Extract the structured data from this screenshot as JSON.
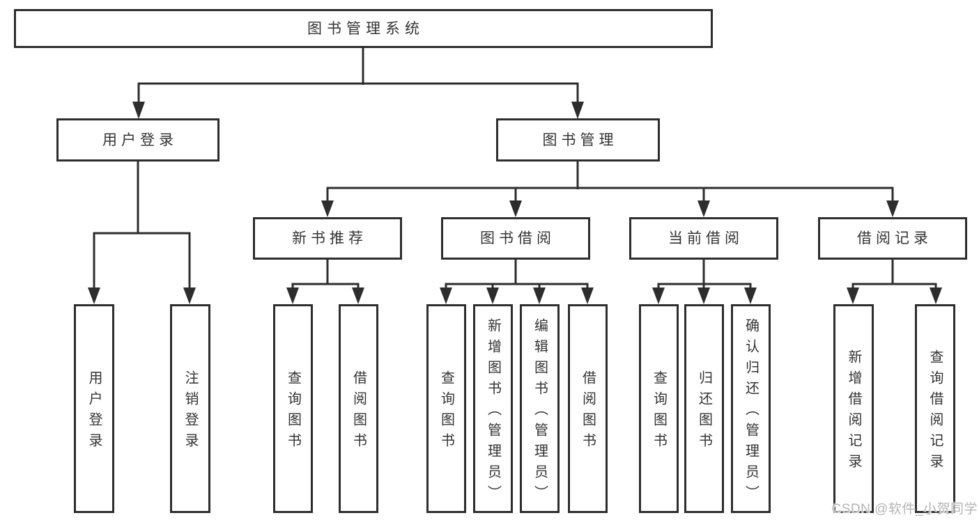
{
  "root": {
    "label": "图书管理系统"
  },
  "user_login": {
    "label": "用户登录",
    "children": {
      "login": {
        "label": "用户登录"
      },
      "logout": {
        "label": "注销登录"
      }
    }
  },
  "book_mgmt": {
    "label": "图书管理",
    "sections": {
      "new_book_rec": {
        "label": "新书推荐",
        "children": {
          "query_book": {
            "label": "查询图书"
          },
          "borrow_book": {
            "label": "借阅图书"
          }
        }
      },
      "book_borrow": {
        "label": "图书借阅",
        "children": {
          "query_book": {
            "label": "查询图书"
          },
          "add_book": {
            "label": "新增图书（管理员）"
          },
          "edit_book": {
            "label": "编辑图书（管理员）"
          },
          "borrow_book": {
            "label": "借阅图书"
          }
        }
      },
      "current_borrow": {
        "label": "当前借阅",
        "children": {
          "query_book": {
            "label": "查询图书"
          },
          "return_book": {
            "label": "归还图书"
          },
          "confirm_return": {
            "label": "确认归还（管理员）"
          }
        }
      },
      "borrow_records": {
        "label": "借阅记录",
        "children": {
          "add_record": {
            "label": "新增借阅记录"
          },
          "query_record": {
            "label": "查询借阅记录"
          }
        }
      }
    }
  },
  "watermark": {
    "text": "CSDN @软件_小贺同学"
  },
  "colors": {
    "line": "#2d2d2d",
    "text": "#333333",
    "canvas": "#ffffff",
    "watermark": "#b4b4b4"
  }
}
